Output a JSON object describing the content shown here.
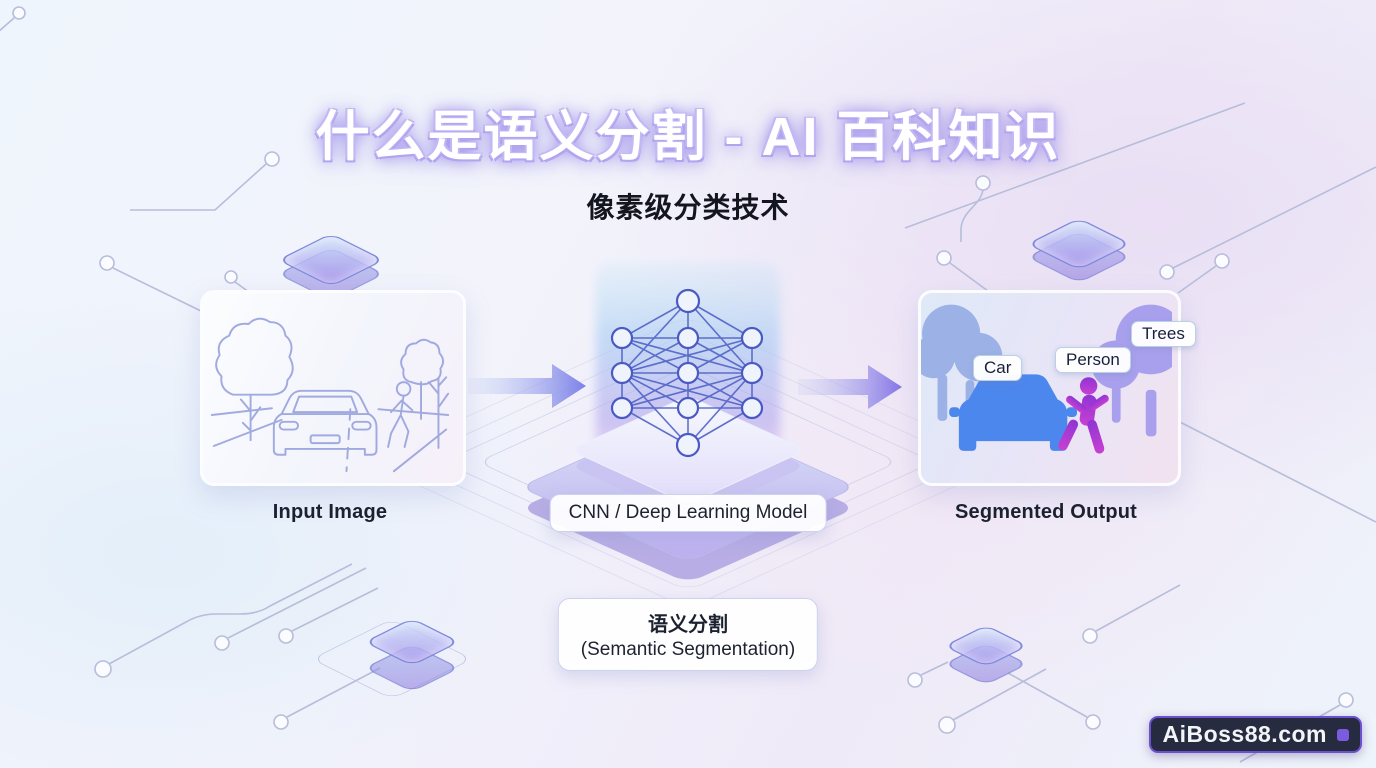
{
  "header": {
    "title": "什么是语义分割 - AI 百科知识",
    "subtitle": "像素级分类技术"
  },
  "pipeline": {
    "input": {
      "caption": "Input Image"
    },
    "model": {
      "caption": "CNN / Deep Learning Model"
    },
    "output": {
      "caption": "Segmented Output",
      "labels": {
        "car": "Car",
        "person": "Person",
        "trees": "Trees"
      }
    }
  },
  "concept": {
    "title": "语义分割",
    "subtitle": "(Semantic Segmentation)"
  },
  "watermark": {
    "text": "AiBoss88.com"
  },
  "colors": {
    "car": "#4c87ee",
    "person": "#a63bd4",
    "trees_left": "#9cb2e6",
    "trees_right": "#a8a0ed",
    "accent": "#7b80e8",
    "line_art": "#98a2dd",
    "circuit": "#b7bdda"
  }
}
